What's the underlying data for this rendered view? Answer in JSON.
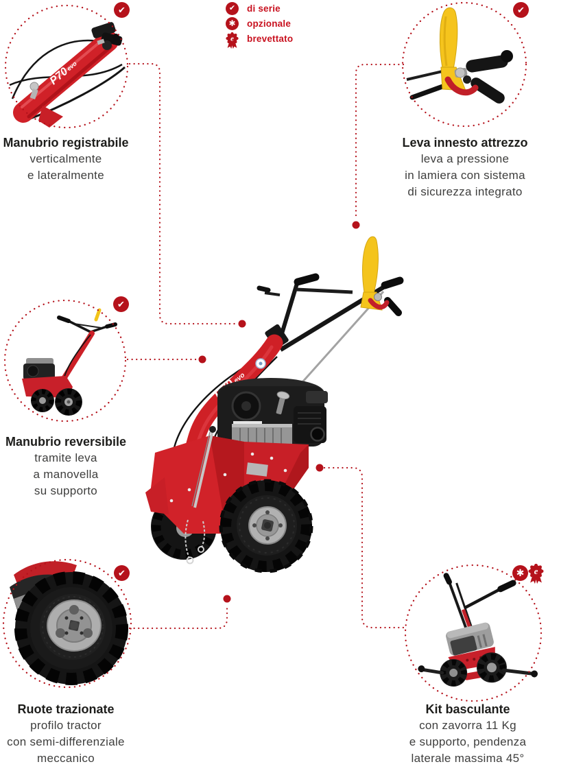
{
  "colors": {
    "accent_red": "#b5121b",
    "legend_text_red": "#c8101e",
    "machine_red": "#cf2026",
    "lever_yellow": "#f4c41c",
    "title_text": "#1d1d1b",
    "body_text": "#3e3e3d",
    "background": "#ffffff"
  },
  "icons": {
    "check": "✔",
    "star": "✱",
    "rosette_letter": "e"
  },
  "legend": {
    "items": [
      {
        "icon": "check-badge-icon",
        "label": "di serie"
      },
      {
        "icon": "star-badge-icon",
        "label": "opzionale"
      },
      {
        "icon": "rosette-badge-icon",
        "label": "brevettato"
      }
    ]
  },
  "product": {
    "model": "P70",
    "variant": "evo"
  },
  "callouts": [
    {
      "id": "manubrio-registrabile",
      "position": "top-left",
      "badges": [
        "di serie"
      ],
      "title": "Manubrio registrabile",
      "lines": [
        "verticalmente",
        "e lateralmente"
      ]
    },
    {
      "id": "leva-innesto-attrezzo",
      "position": "top-right",
      "badges": [
        "di serie"
      ],
      "title": "Leva innesto attrezzo",
      "lines": [
        "leva a pressione",
        "in lamiera con sistema",
        "di sicurezza integrato"
      ]
    },
    {
      "id": "manubrio-reversibile",
      "position": "middle-left",
      "badges": [
        "di serie"
      ],
      "title": "Manubrio reversibile",
      "lines": [
        "tramite leva",
        "a manovella",
        "su supporto"
      ]
    },
    {
      "id": "ruote-trazionate",
      "position": "bottom-left",
      "badges": [
        "di serie"
      ],
      "title": "Ruote trazionate",
      "lines": [
        "profilo tractor",
        "con semi-differenziale",
        "meccanico"
      ]
    },
    {
      "id": "kit-basculante",
      "position": "bottom-right",
      "badges": [
        "opzionale",
        "brevettato"
      ],
      "title": "Kit basculante",
      "lines": [
        "con zavorra 11 Kg",
        "e supporto, pendenza",
        "laterale massima 45°"
      ]
    }
  ]
}
